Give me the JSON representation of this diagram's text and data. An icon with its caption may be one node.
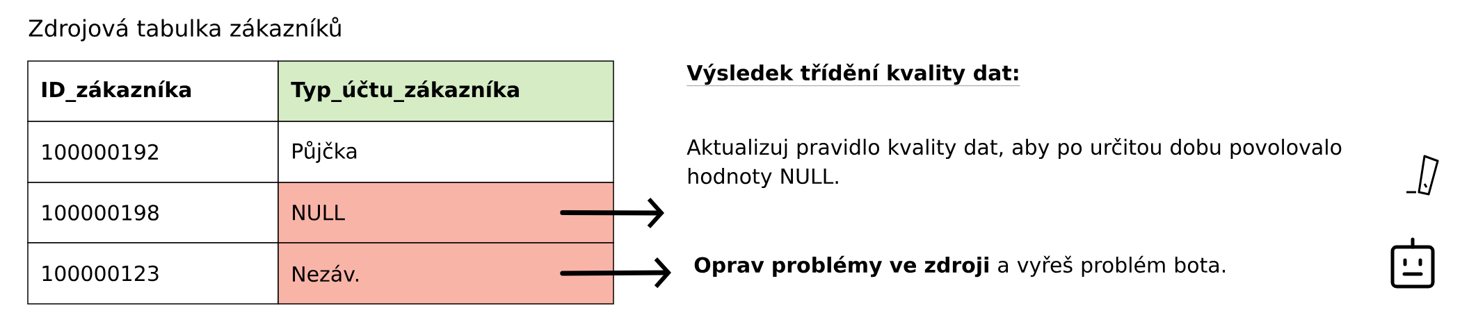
{
  "diagram": {
    "title": "Zdrojová tabulka zákazníků",
    "nodes": [
      {
        "text": [
          "ID_zákazníka"
        ]
      },
      {
        "text": [
          "Typ_účtu_zákazníka"
        ]
      },
      {
        "text": [
          "100000192"
        ]
      },
      {
        "text": [
          "Půjčka"
        ]
      },
      {
        "text": [
          "100000198"
        ]
      },
      {
        "text": [
          "NULL"
        ]
      },
      {
        "text": [
          "100000123"
        ]
      },
      {
        "text": [
          "Nezáv."
        ]
      },
      {
        "text": [
          "Aktualizuj pravidlo kvality dat, aby po určitou dobu povolovalo hodnoty NULL."
        ]
      },
      {
        "text": [
          "**Oprav problémy ve zdroji** a vyřeš problém bota."
        ]
      }
    ],
    "edges": [
      {
        "from": 5,
        "to": 8,
        "arrow": "to"
      },
      {
        "from": 7,
        "to": 9,
        "arrow": "to"
      }
    ],
    "labels": [
      "Výsledek třídění kvality dat:"
    ]
  }
}
